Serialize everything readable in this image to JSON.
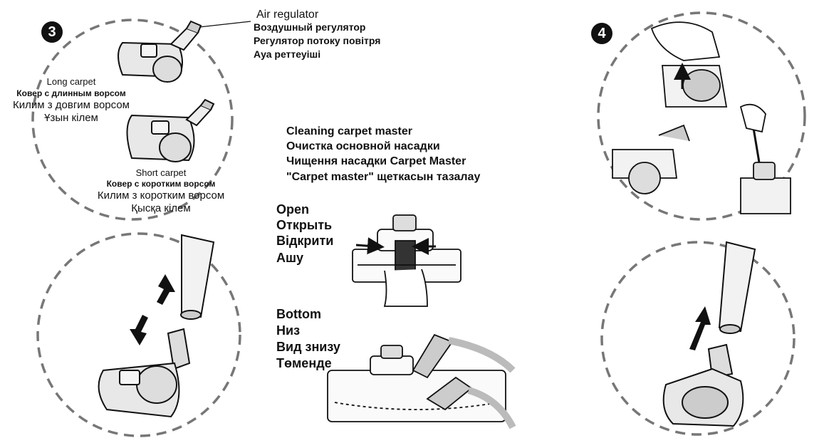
{
  "step3": {
    "number": "3",
    "air_regulator": [
      "Air regulator",
      "Воздушный регулятор",
      "Регулятор потоку повітря",
      "Ауа реттеуіші"
    ],
    "long_carpet": [
      "Long carpet",
      "Ковер с длинным ворсом",
      "Килим з довгим ворсом",
      "Ұзын кілем"
    ],
    "short_carpet": [
      "Short carpet",
      "Ковер с коротким ворсом",
      "Килим з коротким ворсом",
      "Қысқа кілем"
    ]
  },
  "center": {
    "cleaning": [
      "Cleaning carpet master",
      "Очистка основной насадки",
      "Чищення насадки Carpet Master",
      "\"Carpet master\" щеткасын тазалау"
    ],
    "open": [
      "Open",
      "Открыть",
      "Відкрити",
      "Ашу"
    ],
    "bottom": [
      "Bottom",
      "Низ",
      "Вид знизу",
      "Төменде"
    ]
  },
  "step4": {
    "number": "4"
  }
}
